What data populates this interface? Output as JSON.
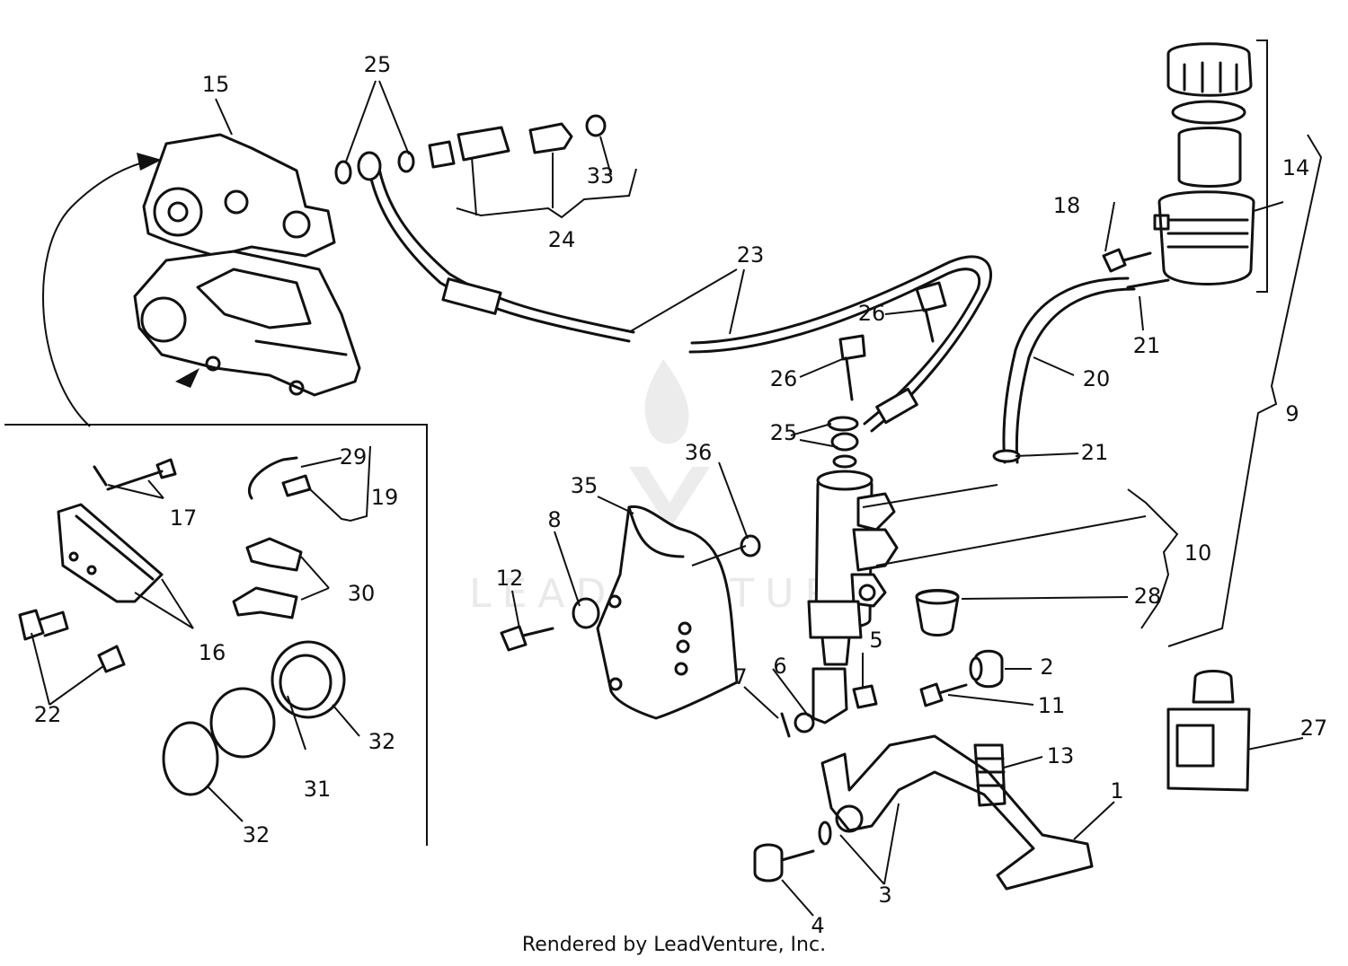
{
  "watermark": {
    "text": "LEADVENTURE"
  },
  "footer": {
    "credit": "Rendered by LeadVenture, Inc."
  },
  "callouts": {
    "n1": "1",
    "n2": "2",
    "n3": "3",
    "n4": "4",
    "n5": "5",
    "n6": "6",
    "n7": "7",
    "n8": "8",
    "n9": "9",
    "n10": "10",
    "n11": "11",
    "n12": "12",
    "n13": "13",
    "n14": "14",
    "n15": "15",
    "n16": "16",
    "n17": "17",
    "n18": "18",
    "n19": "19",
    "n20": "20",
    "n21": "21",
    "n22": "22",
    "n23": "23",
    "n24": "24",
    "n25": "25",
    "n26": "26",
    "n27": "27",
    "n28": "28",
    "n29": "29",
    "n30": "30",
    "n31": "31",
    "n32": "32",
    "n33": "33",
    "n35": "35",
    "n36": "36"
  }
}
